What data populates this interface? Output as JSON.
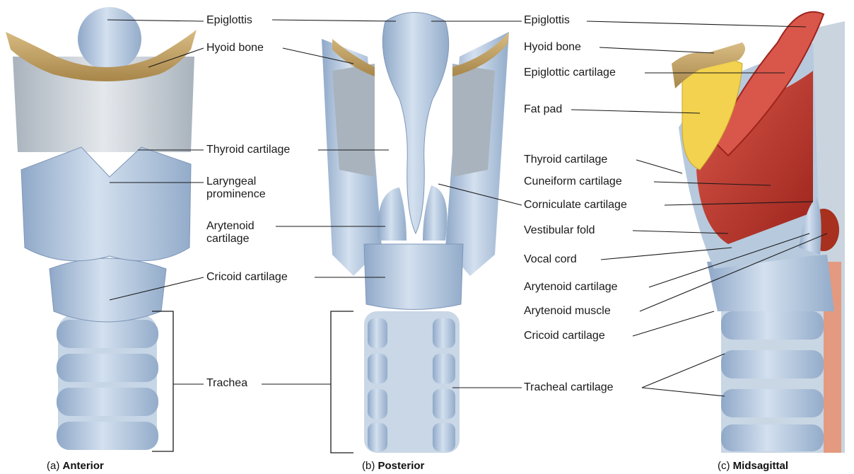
{
  "panels": {
    "anterior": {
      "letter": "(a)",
      "view": "Anterior",
      "labels": {
        "epiglottis": "Epiglottis",
        "hyoid": "Hyoid bone",
        "thyroid": "Thyroid cartilage",
        "laryngeal_1": "Laryngeal",
        "laryngeal_2": "prominence",
        "arytenoid_1": "Arytenoid",
        "arytenoid_2": "cartilage",
        "cricoid": "Cricoid cartilage",
        "trachea": "Trachea"
      }
    },
    "posterior": {
      "letter": "(b)",
      "view": "Posterior"
    },
    "midsagittal": {
      "letter": "(c)",
      "view": "Midsagittal",
      "labels": {
        "epiglottis": "Epiglottis",
        "hyoid": "Hyoid bone",
        "epiglottic": "Epiglottic cartilage",
        "fat_pad": "Fat pad",
        "thyroid": "Thyroid cartilage",
        "cuneiform": "Cuneiform cartilage",
        "corniculate": "Corniculate cartilage",
        "vestibular": "Vestibular fold",
        "vocal": "Vocal cord",
        "arytenoid": "Arytenoid cartilage",
        "arytenoid_muscle": "Arytenoid muscle",
        "cricoid": "Cricoid cartilage",
        "tracheal": "Tracheal cartilage"
      }
    }
  },
  "colors": {
    "cartilage": "#b8cbe2",
    "cartilage_dark": "#8fa8c8",
    "bone": "#c9a86a",
    "membrane": "#cfd5dc",
    "mucosa": "#c0392b",
    "fat": "#f2d24e",
    "line": "#1a1a1a"
  }
}
